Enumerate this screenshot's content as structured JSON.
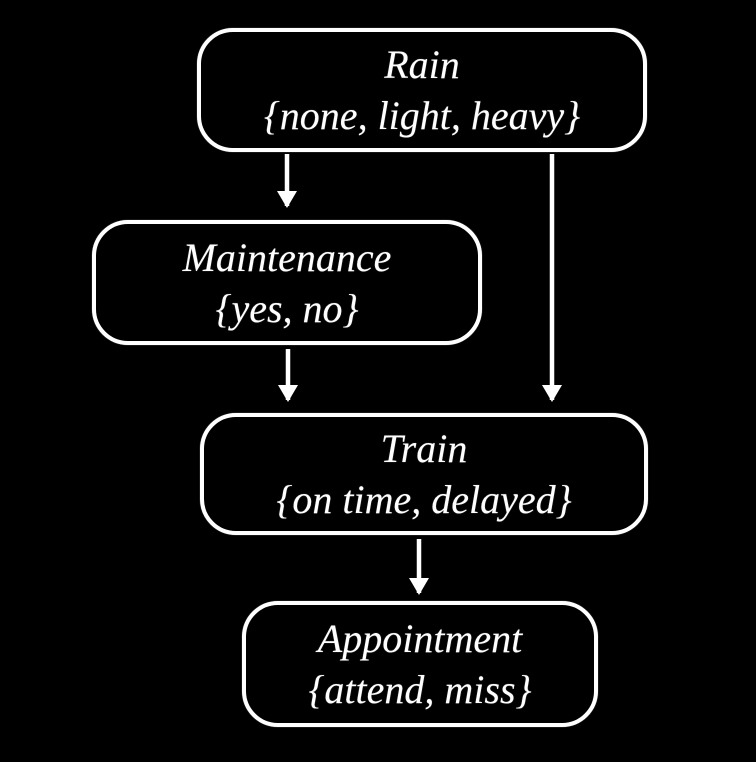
{
  "diagram_type": "bayesian-network",
  "colors": {
    "background": "#000000",
    "node_border": "#ffffff",
    "text": "#ffffff",
    "arrow": "#ffffff"
  },
  "nodes": [
    {
      "id": "rain",
      "label": "Rain",
      "values": "{none, light, heavy}"
    },
    {
      "id": "maintenance",
      "label": "Maintenance",
      "values": "{yes, no}"
    },
    {
      "id": "train",
      "label": "Train",
      "values": "{on time, delayed}"
    },
    {
      "id": "appointment",
      "label": "Appointment",
      "values": "{attend, miss}"
    }
  ],
  "edges": [
    {
      "from": "rain",
      "to": "maintenance"
    },
    {
      "from": "rain",
      "to": "train"
    },
    {
      "from": "maintenance",
      "to": "train"
    },
    {
      "from": "train",
      "to": "appointment"
    }
  ]
}
